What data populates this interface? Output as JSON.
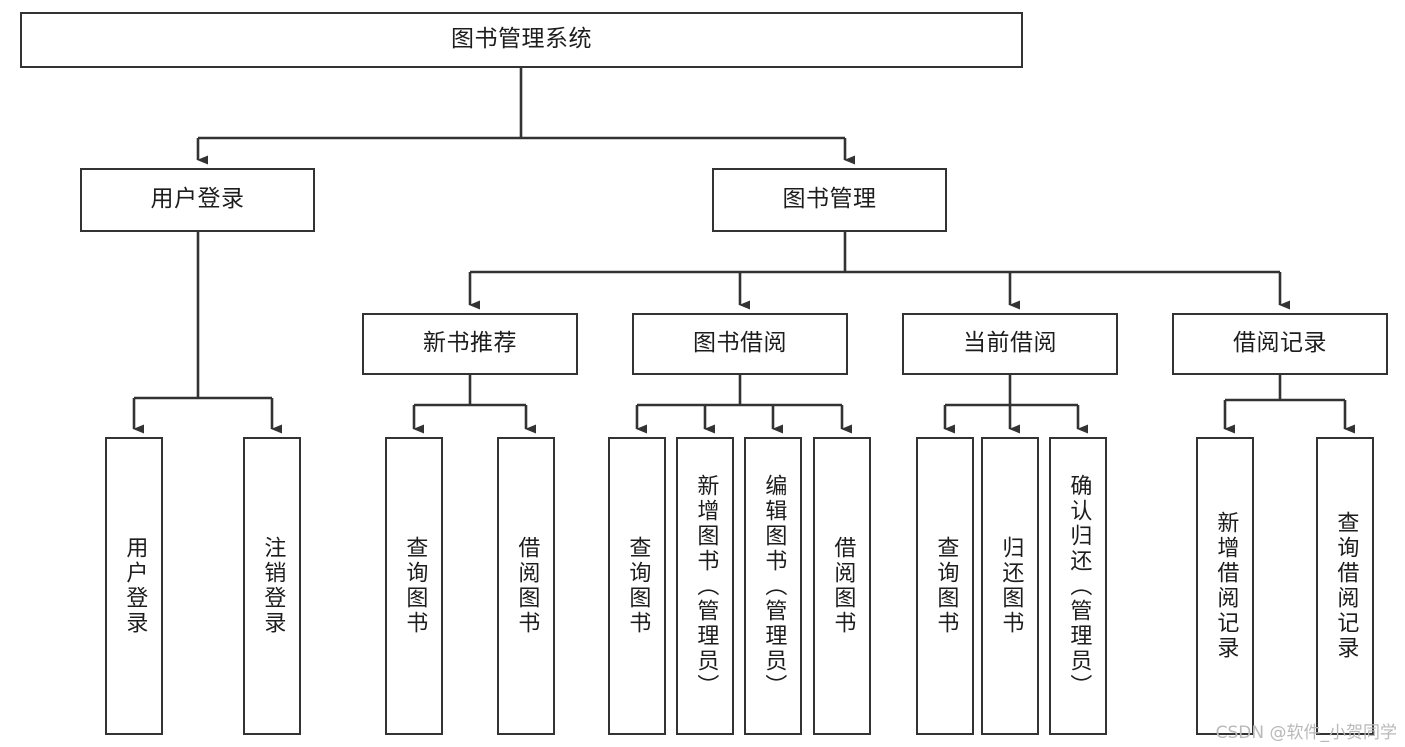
{
  "diagram": {
    "title": "图书管理系统",
    "type": "tree",
    "watermark": "CSDN @软件_小贺同学",
    "colors": {
      "stroke": "#333333",
      "fill": "#ffffff",
      "text": "#1d1d1d",
      "watermark": "#b9b9b9"
    },
    "nodes": {
      "root": {
        "label": "图书管理系统"
      },
      "level2": [
        {
          "id": "user-login",
          "label": "用户登录"
        },
        {
          "id": "book-manage",
          "label": "图书管理"
        }
      ],
      "level3": [
        {
          "id": "new-book-recommend",
          "label": "新书推荐"
        },
        {
          "id": "book-borrow",
          "label": "图书借阅"
        },
        {
          "id": "current-borrow",
          "label": "当前借阅"
        },
        {
          "id": "borrow-record",
          "label": "借阅记录"
        }
      ],
      "leaves": {
        "user-login": [
          {
            "id": "leaf-user-login",
            "label": "用户登录"
          },
          {
            "id": "leaf-logout-login",
            "label": "注销登录"
          }
        ],
        "new-book-recommend": [
          {
            "id": "leaf-query-book-1",
            "label": "查询图书"
          },
          {
            "id": "leaf-borrow-book-1",
            "label": "借阅图书"
          }
        ],
        "book-borrow": [
          {
            "id": "leaf-query-book-2",
            "label": "查询图书"
          },
          {
            "id": "leaf-add-book",
            "label": "新增图书（管理员）"
          },
          {
            "id": "leaf-edit-book",
            "label": "编辑图书（管理员）"
          },
          {
            "id": "leaf-borrow-book-2",
            "label": "借阅图书"
          }
        ],
        "current-borrow": [
          {
            "id": "leaf-query-book-3",
            "label": "查询图书"
          },
          {
            "id": "leaf-return-book",
            "label": "归还图书"
          },
          {
            "id": "leaf-confirm-return",
            "label": "确认归还（管理员）"
          }
        ],
        "borrow-record": [
          {
            "id": "leaf-add-record",
            "label": "新增借阅记录"
          },
          {
            "id": "leaf-query-record",
            "label": "查询借阅记录"
          }
        ]
      }
    }
  }
}
